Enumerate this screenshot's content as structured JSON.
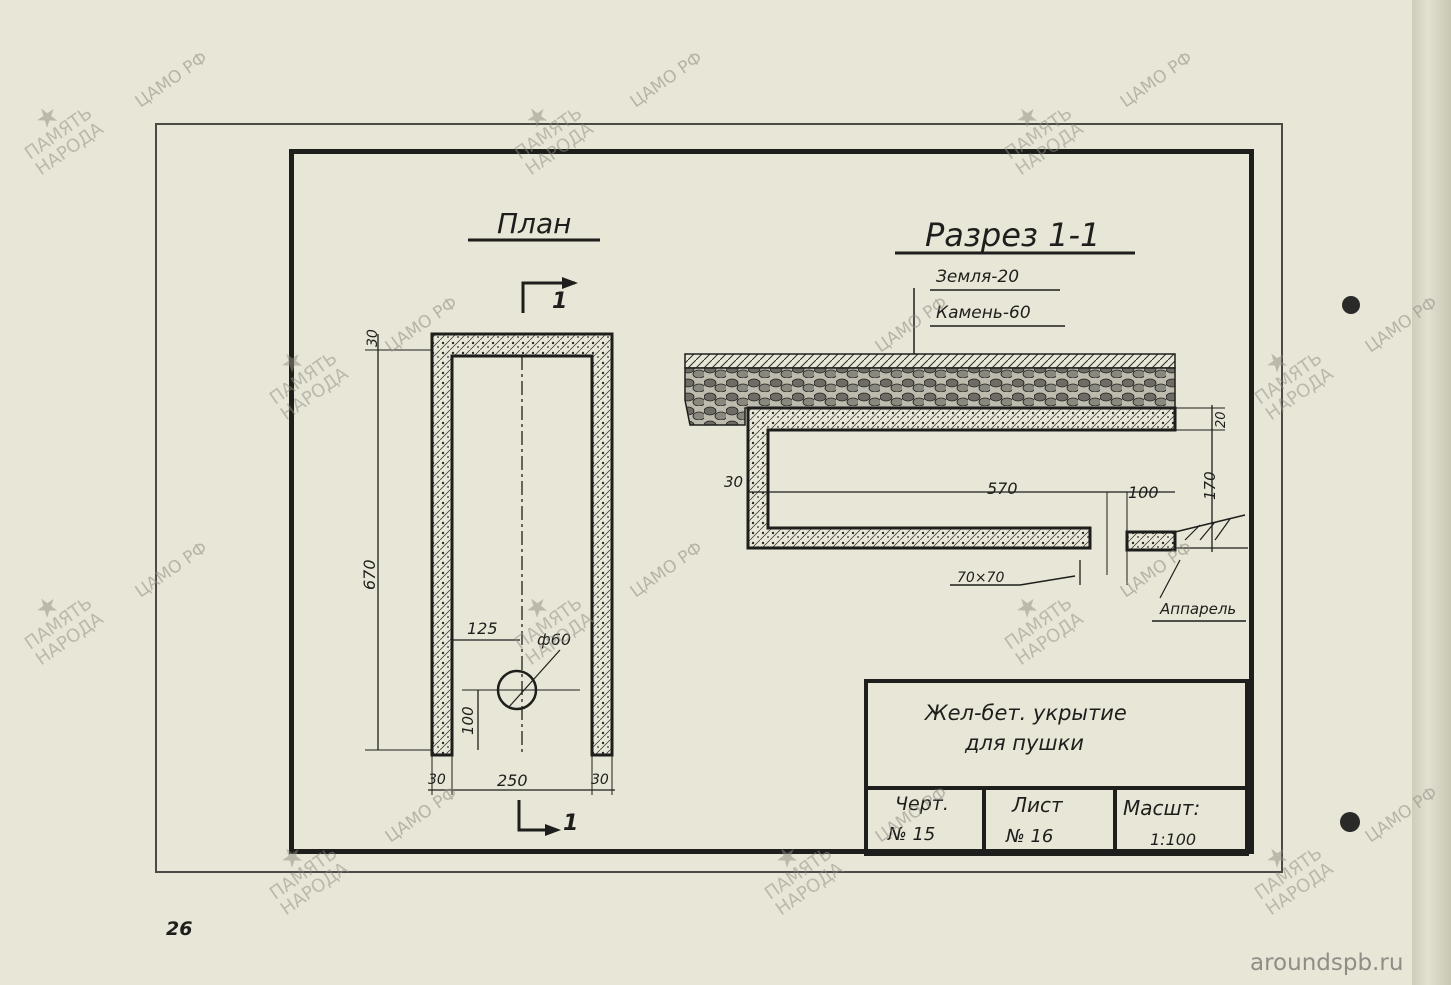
{
  "plan": {
    "title": "План",
    "section_mark": "1",
    "dims": {
      "wall_top": "30",
      "length": "670",
      "x_offset": "125",
      "diameter": "ф60",
      "y_offset": "100",
      "wall_left": "30",
      "width": "250",
      "wall_right": "30"
    }
  },
  "section": {
    "title": "Разрез 1-1",
    "layer_earth": "Земля-20",
    "layer_stone": "Камень-60",
    "dims": {
      "roof": "20",
      "height": "170",
      "wall": "30",
      "span": "570",
      "opening": "100",
      "hole_size": "70×70"
    },
    "ramp_label": "Аппарель"
  },
  "title_block": {
    "name_line1": "Жел-бет. укрытие",
    "name_line2": "для пушки",
    "drawing_label": "Черт.",
    "drawing_no": "№ 15",
    "sheet_label": "Лист",
    "sheet_no": "№ 16",
    "scale_label": "Масшт:",
    "scale_value": "1:100"
  },
  "page_number": "26",
  "watermark": {
    "archive": "ЦАМО РФ",
    "memory": "ПАМЯТЬ",
    "people": "НАРОДА"
  },
  "site": "aroundspb.ru",
  "colors": {
    "paper": "#e8e6d6",
    "ink": "#1e1e1c",
    "watermark": "#8f8d84"
  }
}
